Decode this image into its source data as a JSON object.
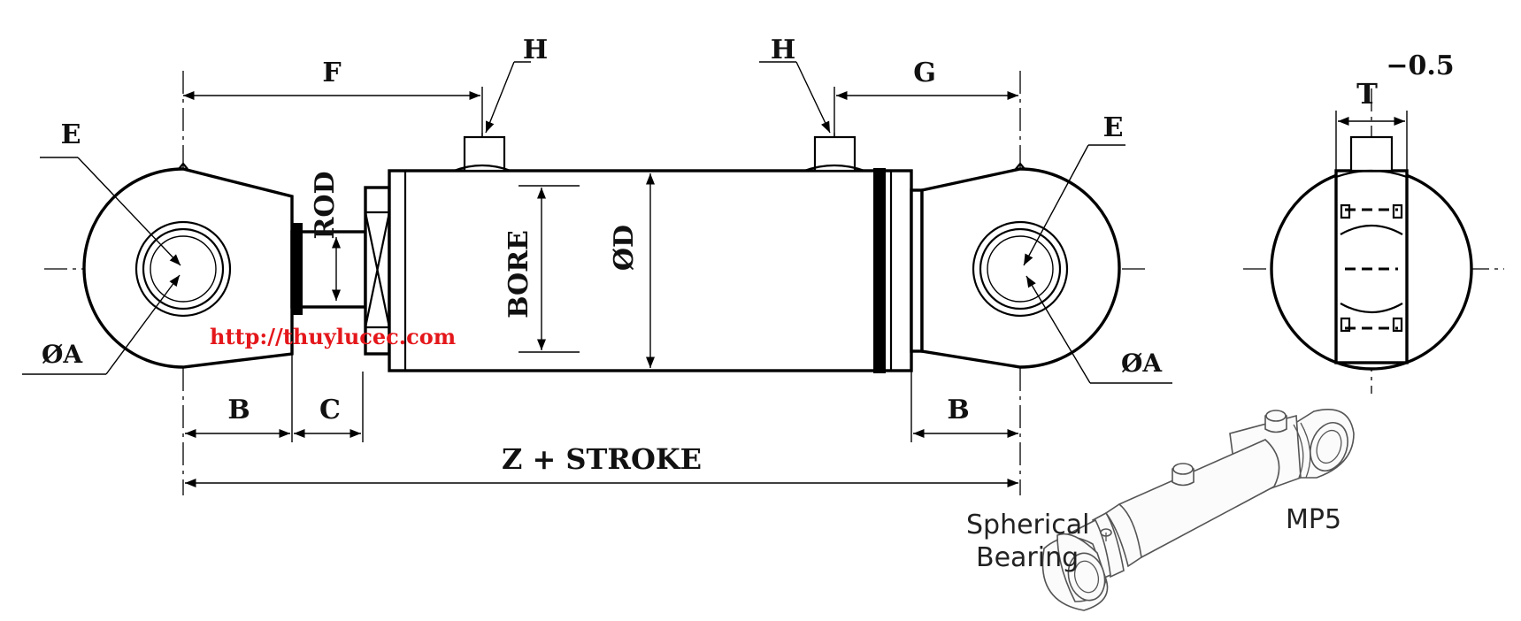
{
  "dimension_labels": {
    "F": "F",
    "G": "G",
    "H_left": "H",
    "H_right": "H",
    "E_left": "E",
    "E_right": "E",
    "A_left": "ØA",
    "A_right": "ØA",
    "rod": "ROD",
    "bore": "BORE",
    "D": "ØD",
    "B_left": "B",
    "B_right": "B",
    "C": "C",
    "total_length": "Z + STROKE",
    "T": "T",
    "T_tolerance": "−0.5"
  },
  "watermark": "http://thuylucec.com",
  "colors": {
    "line": "#000000",
    "watermark": "#e4171b",
    "iso_text": "#222222"
  },
  "iso_view": {
    "mount_type_line1": "Spherical",
    "mount_type_line2": "Bearing",
    "model": "MP5"
  }
}
